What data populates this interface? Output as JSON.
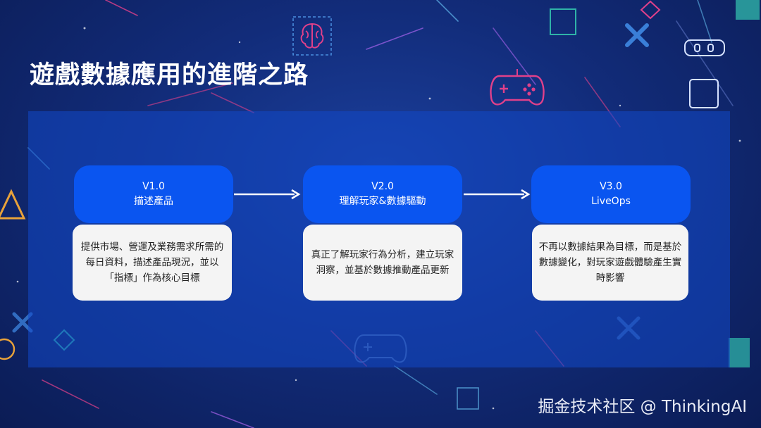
{
  "slide": {
    "title": "遊戲數據應用的進階之路"
  },
  "stages": [
    {
      "version": "V1.0",
      "name": "描述產品",
      "description": "提供市場、營運及業務需求所需的每日資料，描述產品現況，並以「指標」作為核心目標"
    },
    {
      "version": "V2.0",
      "name": "理解玩家&數據驅動",
      "description": "真正了解玩家行為分析，建立玩家洞察，並基於數據推動產品更新"
    },
    {
      "version": "V3.0",
      "name": "LiveOps",
      "description": "不再以數據結果為目標，而是基於數據變化，對玩家遊戲體驗產生實時影響"
    }
  ],
  "watermark": "掘金技术社区 @ ThinkingAI",
  "colors": {
    "background": "#122c7a",
    "stage_header": "#0a55f0",
    "card": "#f4f4f4",
    "accent_pink": "#e0408a",
    "accent_teal": "#2fb3a8"
  },
  "icons": [
    "brain-icon",
    "gamepad-icon",
    "vr-headset-icon",
    "x-mark-icon",
    "triangle-icon",
    "circle-icon",
    "square-icon",
    "diamond-icon",
    "arrow-right-icon"
  ]
}
